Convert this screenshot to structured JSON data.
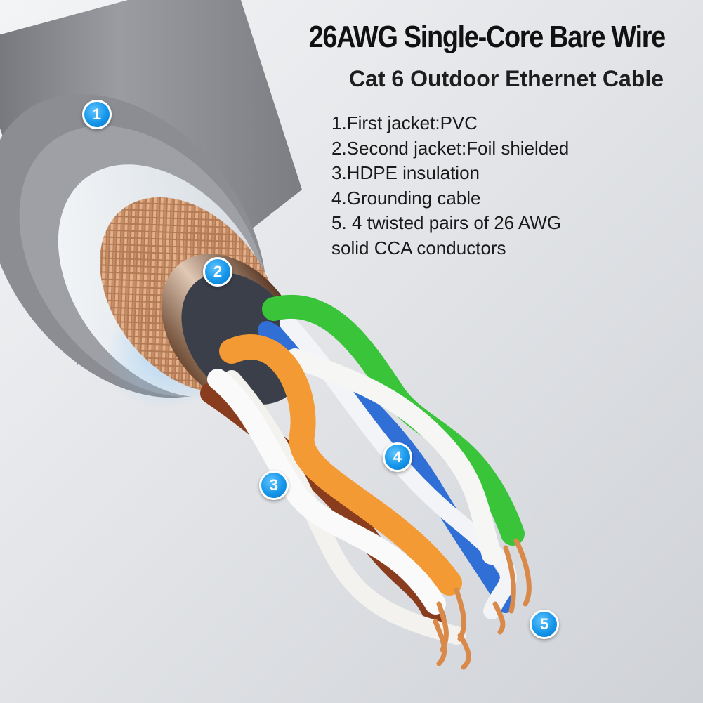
{
  "title": "26AWG Single-Core Bare Wire",
  "subtitle": "Cat 6 Outdoor Ethernet Cable",
  "features": [
    "1.First jacket:PVC",
    "2.Second jacket:Foil shielded",
    "3.HDPE insulation",
    "4.Grounding cable",
    "5. 4 twisted pairs of 26 AWG",
    "solid CCA conductors"
  ],
  "callouts": [
    "1",
    "2",
    "3",
    "4",
    "5"
  ],
  "colors": {
    "badge": "#1596ea",
    "jacket": "#8e9094",
    "shield_inner": "#e8eef2",
    "braid": "#c8906a",
    "pair_green": "#39c43a",
    "pair_orange": "#f49a34",
    "pair_blue": "#2f6fd6",
    "pair_brown": "#8a3d1e",
    "copper": "#d98a4a"
  }
}
